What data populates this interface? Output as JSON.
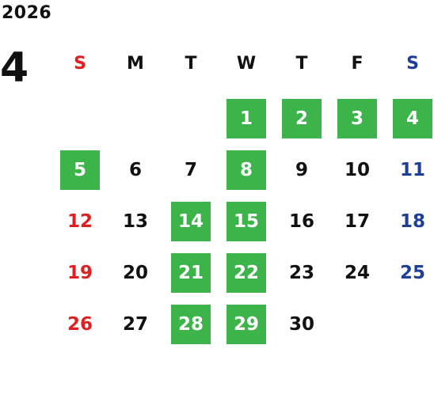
{
  "calendar": {
    "year": "2026",
    "month": "4",
    "weekdays": [
      "S",
      "M",
      "T",
      "W",
      "T",
      "F",
      "S"
    ],
    "colors": {
      "highlight": "#3cb44a",
      "sunday": "#e02020",
      "saturday": "#1f3f96",
      "default": "#111111"
    },
    "highlighted_days": [
      "1",
      "2",
      "3",
      "4",
      "5",
      "8",
      "14",
      "15",
      "21",
      "22",
      "28",
      "29"
    ],
    "weeks": [
      [
        "",
        "",
        "",
        "1",
        "2",
        "3",
        "4"
      ],
      [
        "5",
        "6",
        "7",
        "8",
        "9",
        "10",
        "11"
      ],
      [
        "12",
        "13",
        "14",
        "15",
        "16",
        "17",
        "18"
      ],
      [
        "19",
        "20",
        "21",
        "22",
        "23",
        "24",
        "25"
      ],
      [
        "26",
        "27",
        "28",
        "29",
        "30",
        "",
        ""
      ]
    ]
  }
}
